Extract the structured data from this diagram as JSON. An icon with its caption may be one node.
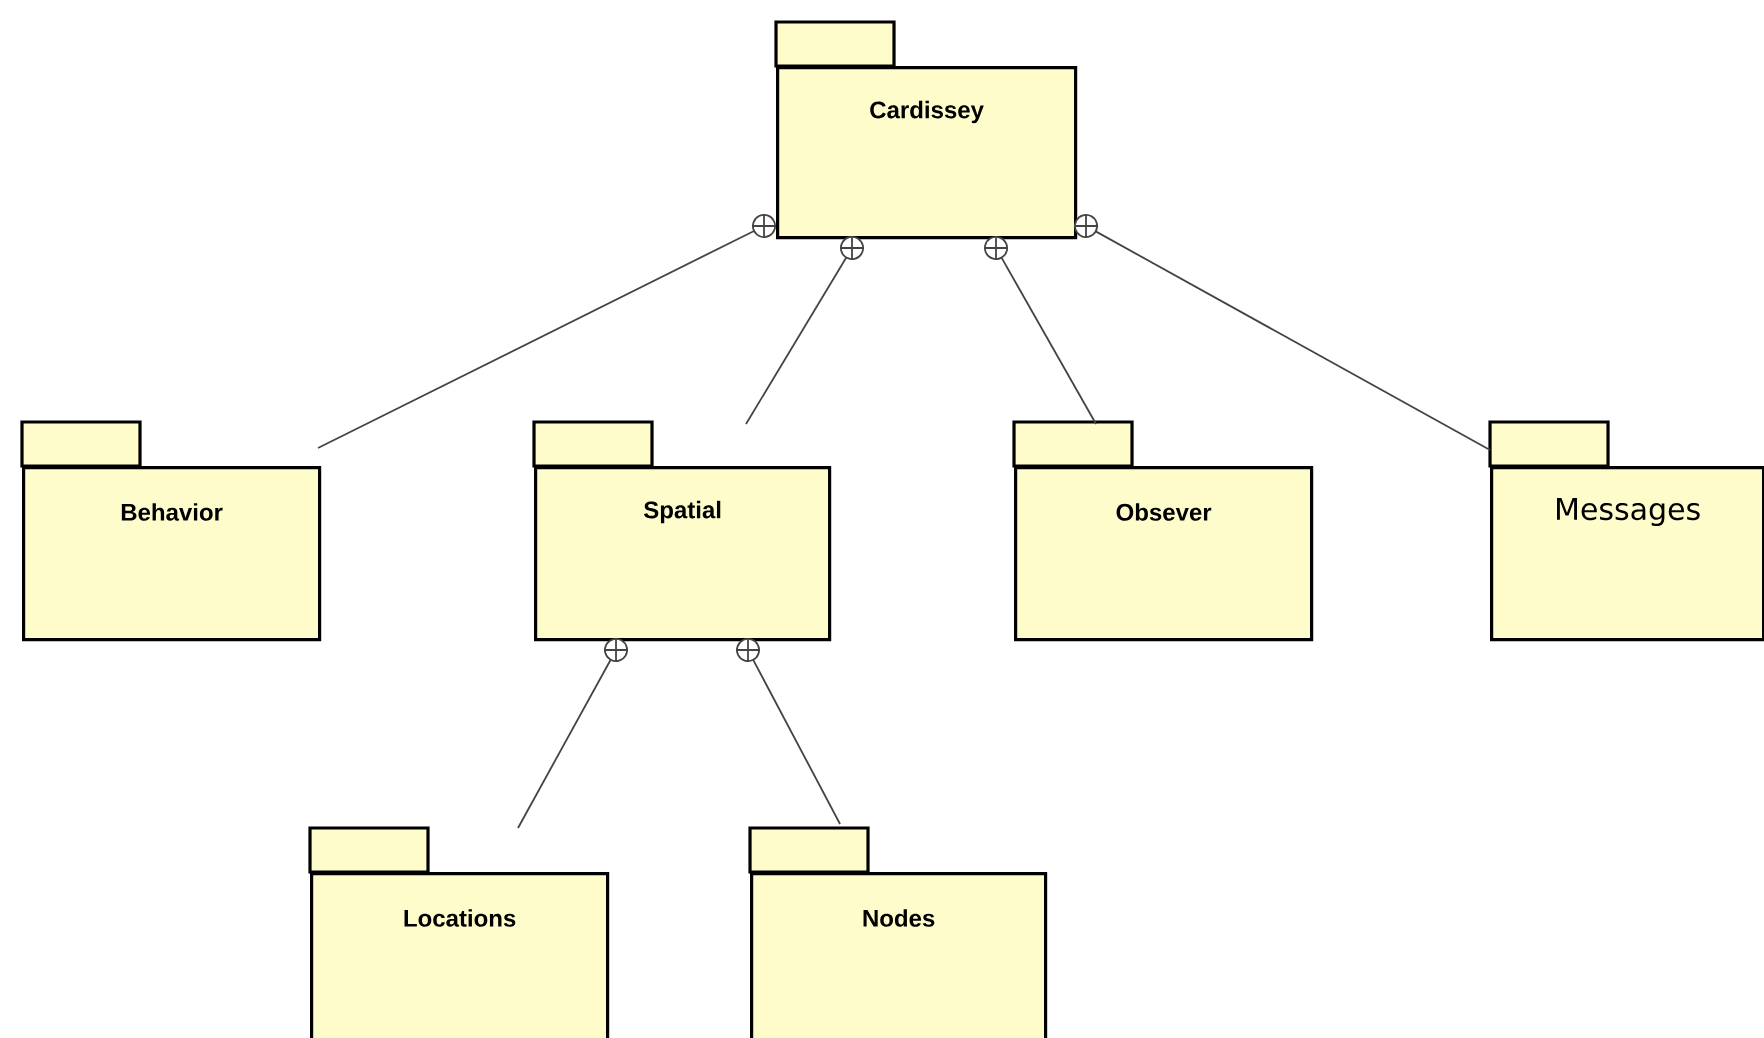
{
  "diagram": {
    "nodes": [
      {
        "text": [
          "Cardissey"
        ]
      },
      {
        "text": [
          "Behavior"
        ]
      },
      {
        "text": [
          "Spatial"
        ]
      },
      {
        "text": [
          "Obsever"
        ]
      },
      {
        "text": [
          "Messages"
        ]
      },
      {
        "text": [
          "Locations"
        ]
      },
      {
        "text": [
          "Nodes"
        ]
      }
    ],
    "edges": [
      {
        "from": 0,
        "to": 1,
        "arrow": "other"
      },
      {
        "from": 0,
        "to": 2,
        "arrow": "other"
      },
      {
        "from": 0,
        "to": 3,
        "arrow": "other"
      },
      {
        "from": 0,
        "to": 4,
        "arrow": "other"
      },
      {
        "from": 2,
        "to": 5,
        "arrow": "other"
      },
      {
        "from": 2,
        "to": 6,
        "arrow": "other"
      }
    ]
  }
}
